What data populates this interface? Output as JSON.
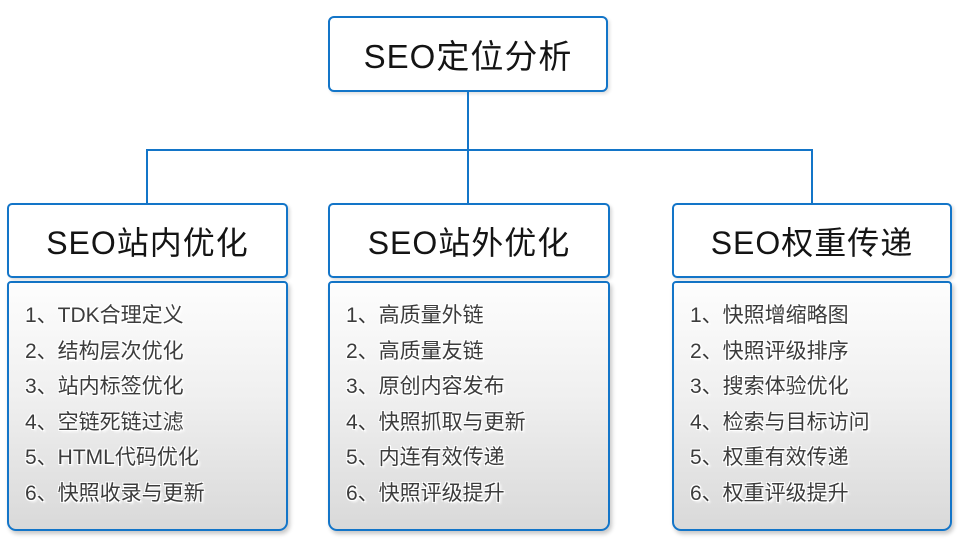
{
  "diagram": {
    "root": {
      "title": "SEO定位分析"
    },
    "branches": [
      {
        "title": "SEO站内优化",
        "items": [
          "1、TDK合理定义",
          "2、结构层次优化",
          "3、站内标签优化",
          "4、空链死链过滤",
          "5、HTML代码优化",
          "6、快照收录与更新"
        ]
      },
      {
        "title": "SEO站外优化",
        "items": [
          "1、高质量外链",
          "2、高质量友链",
          "3、原创内容发布",
          "4、快照抓取与更新",
          "5、内连有效传递",
          "6、快照评级提升"
        ]
      },
      {
        "title": "SEO权重传递",
        "items": [
          "1、快照增缩略图",
          "2、快照评级排序",
          "3、搜索体验优化",
          "4、检索与目标访问",
          "5、权重有效传递",
          "6、权重评级提升"
        ]
      }
    ],
    "colors": {
      "accent_blue": "#1375c8",
      "title_text": "#141414",
      "list_text": "#3c3c3c",
      "list_gradient_top": "#fdfdfd",
      "list_gradient_bottom": "#d9d9d9"
    }
  }
}
